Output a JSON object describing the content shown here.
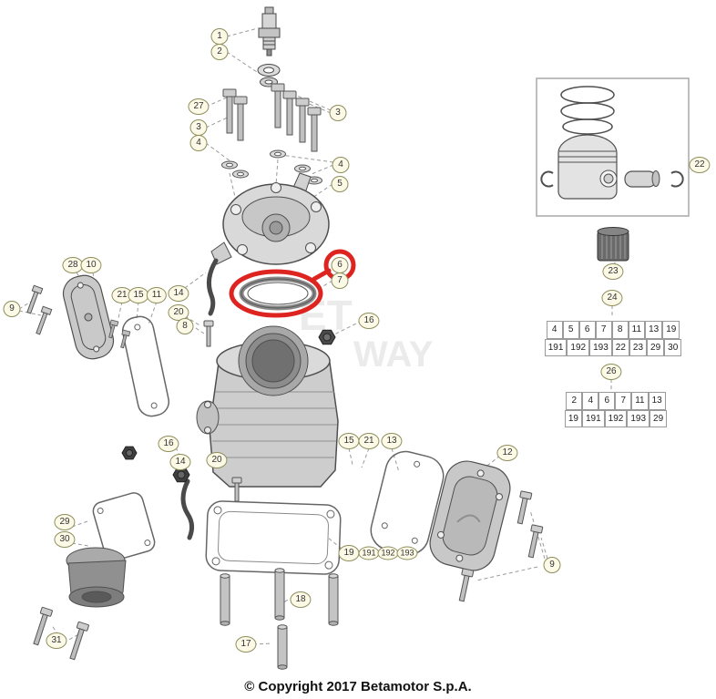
{
  "page": {
    "copyright": "© Copyright 2017 Betamotor S.p.A.",
    "watermark": {
      "line1": "ET",
      "line2": "WAY"
    }
  },
  "colors": {
    "highlight": "#dd2420",
    "callout_fill": "#fcf9e6",
    "callout_border": "#8e8e5e"
  },
  "callouts": [
    {
      "label": "1"
    },
    {
      "label": "2"
    },
    {
      "label": "27"
    },
    {
      "label": "3"
    },
    {
      "label": "3"
    },
    {
      "label": "4"
    },
    {
      "label": "4"
    },
    {
      "label": "5"
    },
    {
      "label": "6",
      "highlighted": true
    },
    {
      "label": "7"
    },
    {
      "label": "28"
    },
    {
      "label": "10"
    },
    {
      "label": "21"
    },
    {
      "label": "15"
    },
    {
      "label": "11"
    },
    {
      "label": "9"
    },
    {
      "label": "14"
    },
    {
      "label": "20"
    },
    {
      "label": "8"
    },
    {
      "label": "16"
    },
    {
      "label": "16"
    },
    {
      "label": "14"
    },
    {
      "label": "20"
    },
    {
      "label": "15"
    },
    {
      "label": "21"
    },
    {
      "label": "13"
    },
    {
      "label": "12"
    },
    {
      "label": "9"
    },
    {
      "label": "29"
    },
    {
      "label": "30"
    },
    {
      "label": "31"
    },
    {
      "label": "19"
    },
    {
      "label": "191"
    },
    {
      "label": "192"
    },
    {
      "label": "193"
    },
    {
      "label": "18"
    },
    {
      "label": "17"
    },
    {
      "label": "22"
    },
    {
      "label": "23"
    },
    {
      "label": "24"
    },
    {
      "label": "26"
    }
  ],
  "tables": {
    "upper": {
      "rows": [
        [
          "4",
          "5",
          "6",
          "7",
          "8",
          "11",
          "13",
          "19"
        ],
        [
          "191",
          "192",
          "193",
          "22",
          "23",
          "29",
          "30"
        ]
      ]
    },
    "lower": {
      "rows": [
        [
          "2",
          "4",
          "6",
          "7",
          "11",
          "13"
        ],
        [
          "19",
          "191",
          "192",
          "193",
          "29"
        ]
      ]
    }
  }
}
